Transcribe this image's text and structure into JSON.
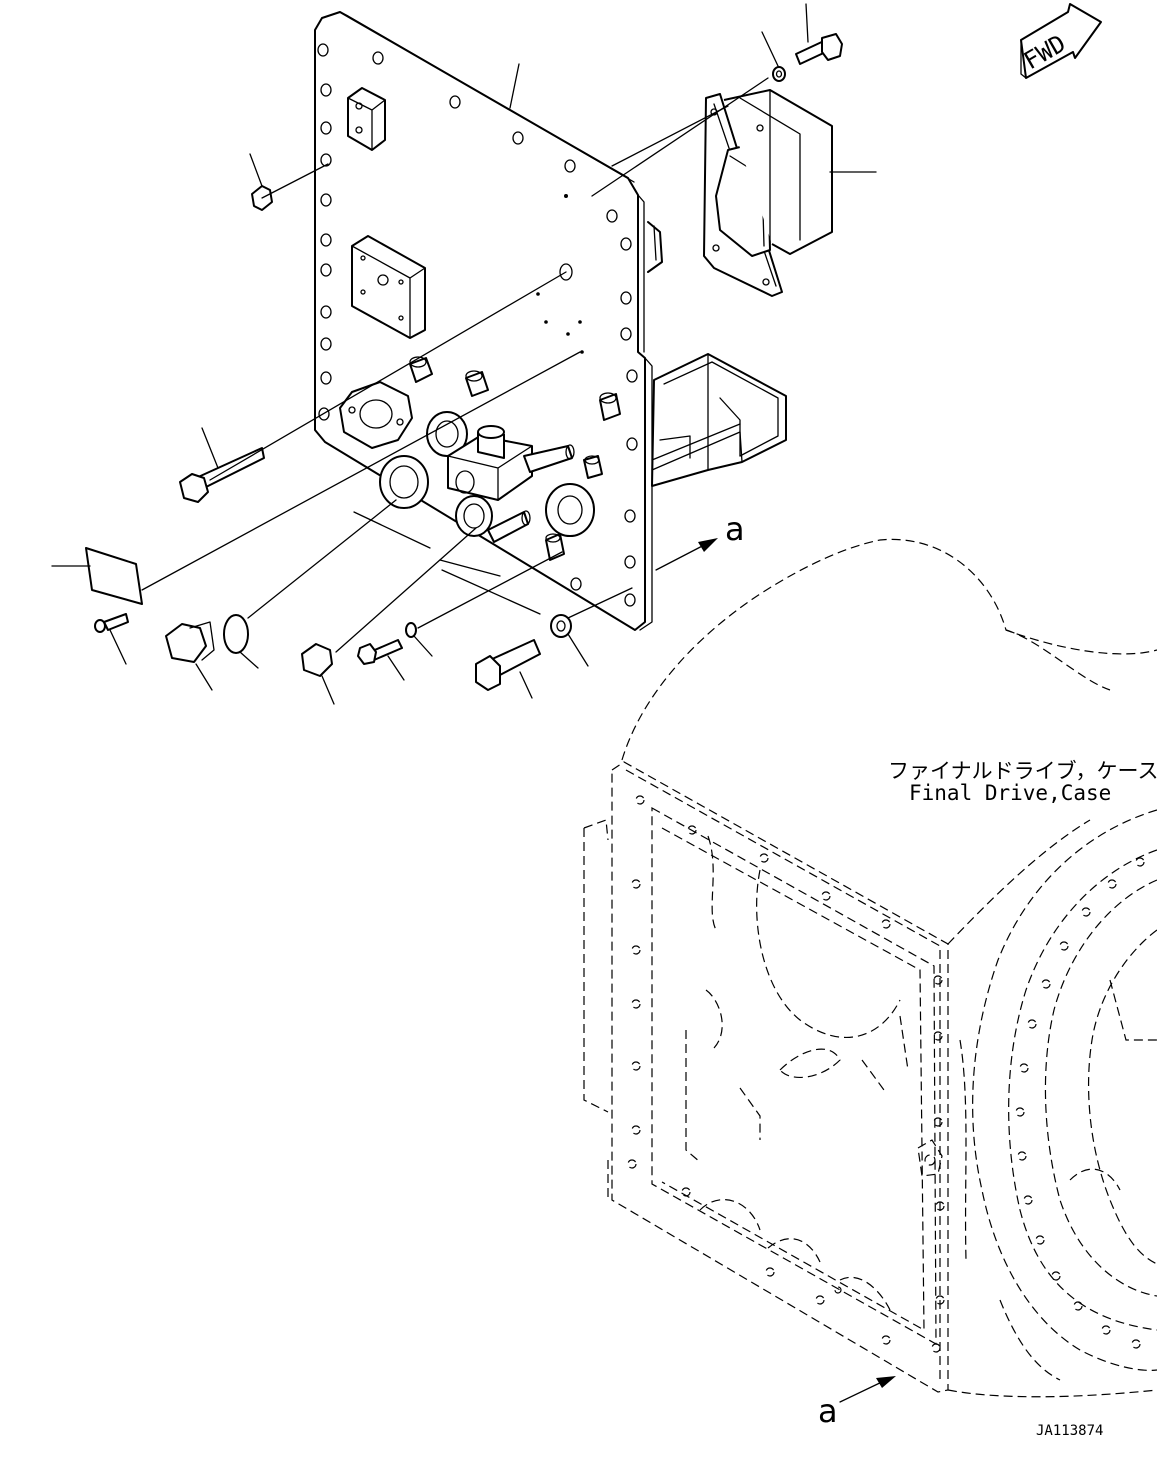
{
  "fwd_label": "FWD",
  "case_label_jp": "ファイナルドライブ，ケース",
  "case_label_en": "Final Drive,Case",
  "reference_marker": "a",
  "figure_id": "JA113874"
}
